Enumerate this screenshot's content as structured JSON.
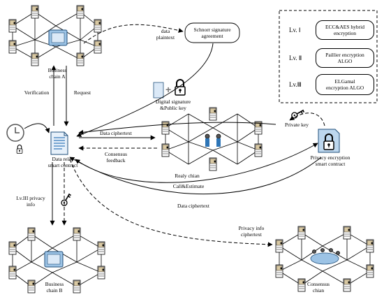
{
  "nodes": {
    "business_chain_a": [
      "Business",
      "chain A"
    ],
    "business_chain_b": [
      "Business",
      "chain B"
    ],
    "data_relay": [
      "Data relay",
      "smart contract"
    ],
    "realy_chain": "Realy chian",
    "consensus_chain": [
      "Consensus",
      "chian"
    ],
    "privacy_contract": [
      "Privacy encryption",
      "smart contract"
    ],
    "schnorr": [
      "Schnorr signature",
      "agreement"
    ],
    "digital_signature": [
      "Digital signature",
      "&Public key"
    ],
    "private_key": "Private key"
  },
  "arrows": {
    "data_plaintext": [
      "data",
      "plaintext"
    ],
    "verification": "Verification",
    "request": "Request",
    "data_ciphertext_top": "Data ciphertext",
    "consensus_feedback": [
      "Consensus",
      "feedback"
    ],
    "call_estimate": "Call&Estimate",
    "data_ciphertext_bottom": "Data ciphertext",
    "lv3_privacy_info": [
      "Lv.III privacy",
      "info"
    ],
    "privacy_info_ciphertext": [
      "Privacy info",
      "ciphertext"
    ]
  },
  "levels": [
    {
      "level": "Lv. Ⅰ",
      "algo": [
        "ECC&AES hybrid",
        "encryption"
      ]
    },
    {
      "level": "Lv. Ⅱ",
      "algo": [
        "Paillier encryption",
        "ALGO"
      ]
    },
    {
      "level": "Lv.Ⅲ",
      "algo": [
        "ELGamal",
        "encryption ALGO"
      ]
    }
  ]
}
